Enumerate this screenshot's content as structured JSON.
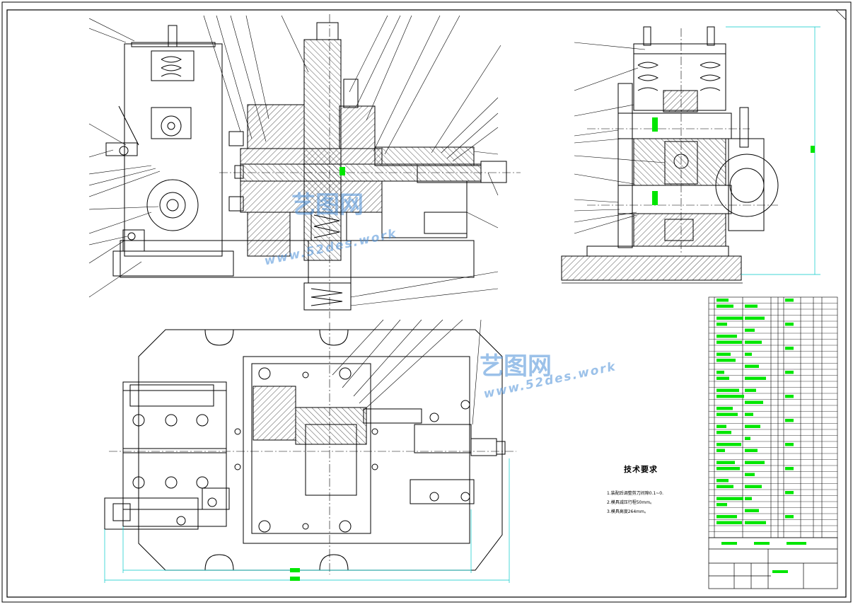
{
  "watermark": {
    "brand_cn": "艺图网",
    "url_a": "www.52des.work",
    "url_b": "www.52des.work",
    "color": "#4a8fd8"
  },
  "technical_requirements": {
    "title": "技术要求",
    "items": [
      "1.装配后调整剪刀间隙0.1~0.",
      "2.模具减压行程50mm。",
      "3.模具高度264mm。"
    ]
  },
  "colors": {
    "line": "#000000",
    "dimension": "#00c8c8",
    "highlight": "#00e600",
    "hatch": "#000000"
  }
}
